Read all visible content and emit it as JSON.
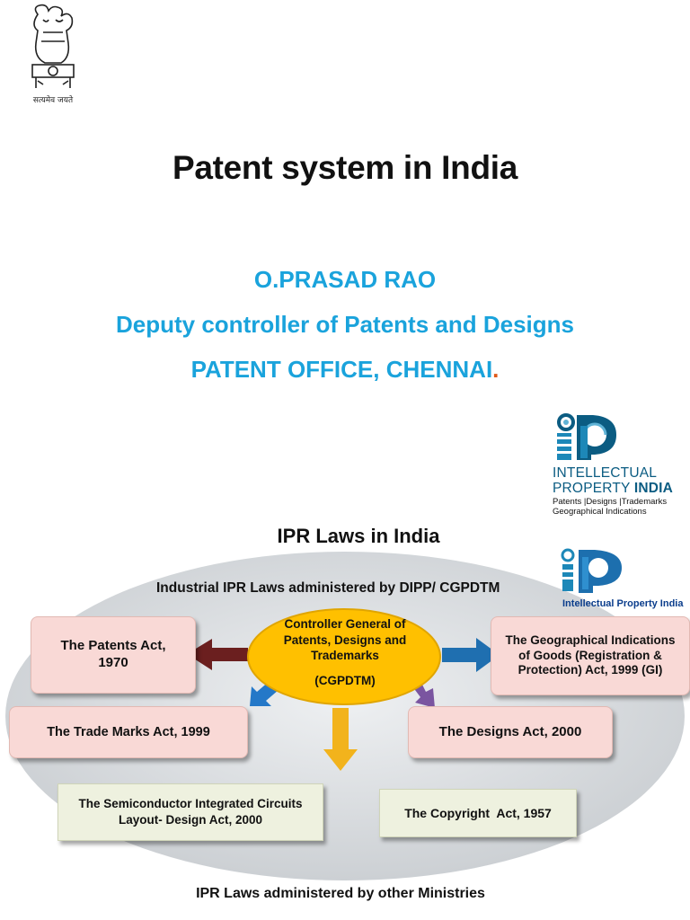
{
  "header": {
    "emblem_motto": "सत्यमेव जयते",
    "title": "Patent system in India"
  },
  "author": {
    "name": "O.PRASAD RAO",
    "role": "Deputy controller of Patents and Designs",
    "office": "PATENT OFFICE, CHENNAI",
    "office_dot": "."
  },
  "ip_logo_1": {
    "line1": "INTELLECTUAL",
    "line2_prefix": "PROPERTY ",
    "line2_bold": "INDIA",
    "sub1": "Patents |Designs |Trademarks",
    "sub2": "Geographical Indications"
  },
  "ip_logo_2": {
    "text": "Intellectual Property India"
  },
  "diagram": {
    "title": "IPR Laws in India",
    "ellipse_caption": "Industrial IPR Laws administered by DIPP/ CGPDTM",
    "center": {
      "line1": "Controller General of",
      "line2": "Patents, Designs and",
      "line3": "Trademarks",
      "abbr": "(CGPDTM)"
    },
    "boxes": {
      "patents": [
        "The Patents Act,",
        "1970"
      ],
      "gi": [
        "The Geographical Indications",
        "of Goods (Registration &",
        "Protection) Act, 1999 (GI)"
      ],
      "trademarks": "The Trade Marks Act, 1999",
      "designs": "The Designs Act, 2000",
      "semiconductor": [
        "The Semiconductor Integrated Circuits",
        "Layout- Design Act, 2000"
      ],
      "copyright": "The Copyright  Act, 1957"
    },
    "footer_caption": "IPR Laws administered by other Ministries"
  },
  "colors": {
    "accent_blue": "#1aa3dc",
    "ellipse_fill": "#d9dcdf",
    "center_oval": "#ffc000",
    "arrow_patents": "#6b1f1f",
    "arrow_gi": "#1f6fb0",
    "arrow_trademarks": "#2478c8",
    "arrow_designs": "#7a55a0",
    "arrow_down": "#f2b31c",
    "pink_box": "#f9d9d6",
    "green_box": "#eef1df"
  }
}
